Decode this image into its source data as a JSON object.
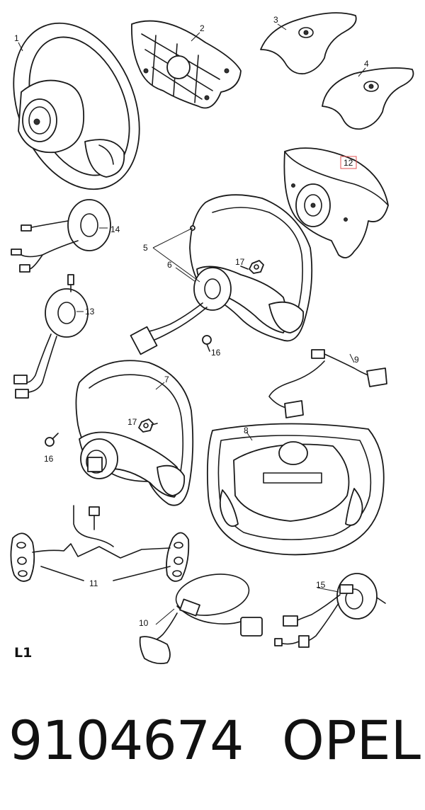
{
  "diagram": {
    "callouts": {
      "c1": "1",
      "c2": "2",
      "c3": "3",
      "c4": "4",
      "c5": "5",
      "c6": "6",
      "c7": "7",
      "c8": "8",
      "c9": "9",
      "c10": "10",
      "c11": "11",
      "c12": "12",
      "c13": "13",
      "c14": "14",
      "c15": "15",
      "c16a": "16",
      "c16b": "16",
      "c17a": "17",
      "c17b": "17"
    },
    "highlight_color": "#e05050",
    "page_label": "L1"
  },
  "footer": {
    "part_number": "9104674",
    "brand": "OPEL"
  }
}
